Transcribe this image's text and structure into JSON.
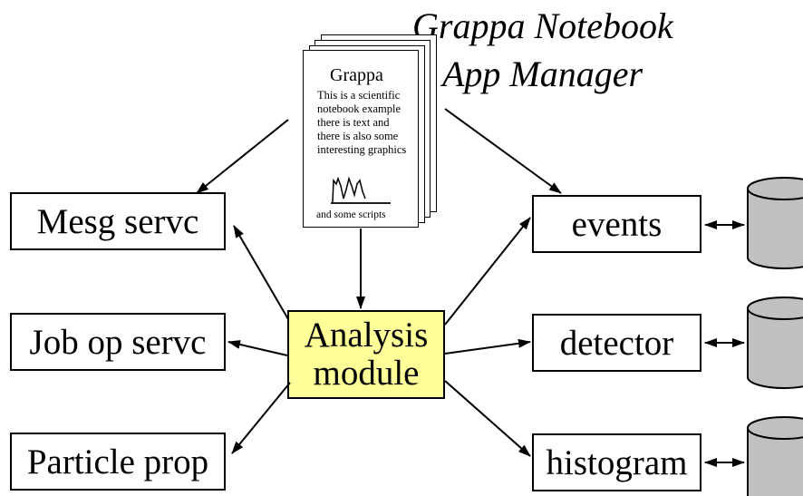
{
  "title": {
    "line1": "Grappa Notebook",
    "line2": "App Manager"
  },
  "notebook": {
    "heading": "Grappa",
    "body_lines": [
      "This is a scientific",
      "notebook example",
      "there is text and",
      "there is also some",
      "interesting graphics"
    ],
    "footer": "and some scripts"
  },
  "center_module": {
    "line1": "Analysis",
    "line2": "module",
    "fill": "#ffff99"
  },
  "services": {
    "mesg": "Mesg servc",
    "job": "Job op servc",
    "particle": "Particle prop"
  },
  "data_stores": {
    "events": "events",
    "detector": "detector",
    "histogram": "histogram"
  },
  "colors": {
    "database_fill": "#c0c0c0",
    "line": "#000000"
  }
}
